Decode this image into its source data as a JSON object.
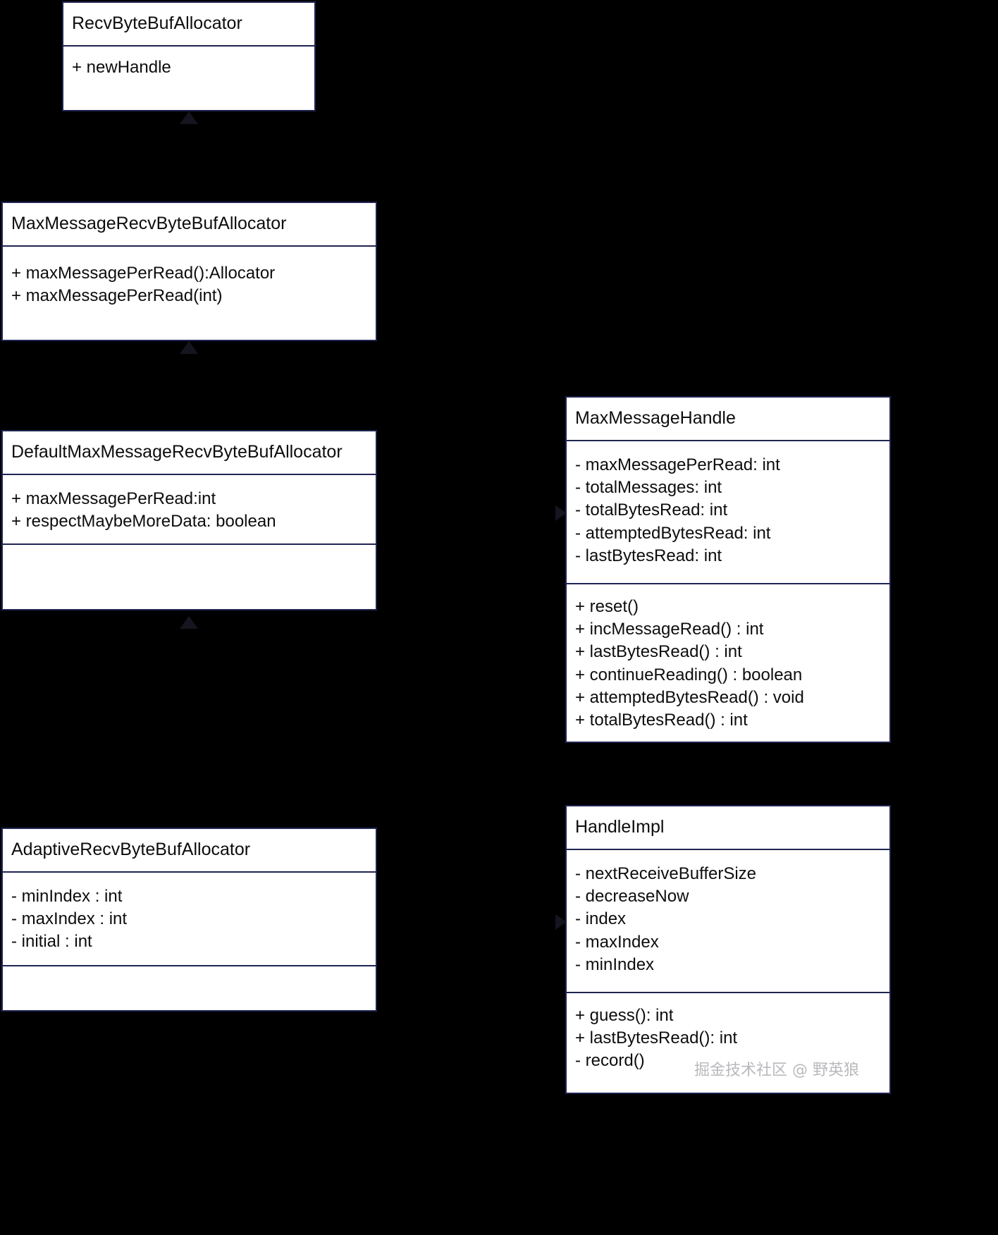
{
  "diagram": {
    "type": "uml-class-diagram",
    "title": "Netty RecvByteBufAllocator class hierarchy",
    "background_color": "#000000",
    "box_fill": "#ffffff",
    "box_border": "#1f2552",
    "connector_color": "#000000"
  },
  "classes": [
    {
      "id": "recv-byte-buf-allocator",
      "name": "RecvByteBufAllocator",
      "attributes": [],
      "methods": [
        "+ newHandle"
      ],
      "has_empty_section": false
    },
    {
      "id": "max-message-recv-byte-buf-allocator",
      "name": "MaxMessageRecvByteBufAllocator",
      "attributes": [],
      "methods": [
        "+ maxMessagePerRead():Allocator",
        "+ maxMessagePerRead(int)"
      ],
      "has_empty_section": false
    },
    {
      "id": "default-max-message-recv-byte-buf-allocator",
      "name": "DefaultMaxMessageRecvByteBufAllocator",
      "attributes": [
        "+ maxMessagePerRead:int",
        "+ respectMaybeMoreData: boolean"
      ],
      "methods": [],
      "has_empty_section": true
    },
    {
      "id": "adaptive-recv-byte-buf-allocator",
      "name": "AdaptiveRecvByteBufAllocator",
      "attributes": [
        "- minIndex : int",
        "- maxIndex : int",
        "- initial : int"
      ],
      "methods": [],
      "has_empty_section": true
    },
    {
      "id": "max-message-handle",
      "name": "MaxMessageHandle",
      "attributes": [
        "- maxMessagePerRead: int",
        "- totalMessages: int",
        "- totalBytesRead: int",
        "- attemptedBytesRead: int",
        "- lastBytesRead: int"
      ],
      "methods": [
        "+ reset()",
        "+ incMessageRead() : int",
        "+ lastBytesRead() : int",
        "+ continueReading() : boolean",
        "+ attemptedBytesRead() : void",
        "+ totalBytesRead() : int"
      ],
      "has_empty_section": false
    },
    {
      "id": "handle-impl",
      "name": "HandleImpl",
      "attributes": [
        "- nextReceiveBufferSize",
        "- decreaseNow",
        "- index",
        "- maxIndex",
        "- minIndex"
      ],
      "methods": [
        "+ guess(): int",
        "+ lastBytesRead(): int",
        "- record()"
      ],
      "has_empty_section": false
    }
  ],
  "relations": [
    {
      "id": "rel-generalization-max-to-recv",
      "kind": "generalization",
      "from": "MaxMessageRecvByteBufAllocator",
      "to": "RecvByteBufAllocator"
    },
    {
      "id": "rel-generalization-default-to-max",
      "kind": "generalization",
      "from": "DefaultMaxMessageRecvByteBufAllocator",
      "to": "MaxMessageRecvByteBufAllocator"
    },
    {
      "id": "rel-generalization-adaptive-to-default",
      "kind": "generalization",
      "from": "AdaptiveRecvByteBufAllocator",
      "to": "DefaultMaxMessageRecvByteBufAllocator"
    },
    {
      "id": "rel-association-default-to-maxmessagehandle",
      "kind": "association",
      "from": "DefaultMaxMessageRecvByteBufAllocator",
      "to": "MaxMessageHandle"
    },
    {
      "id": "rel-association-adaptive-to-handleimpl",
      "kind": "association",
      "from": "AdaptiveRecvByteBufAllocator",
      "to": "HandleImpl"
    }
  ],
  "watermark": {
    "text": "掘金技术社区 @ 野英狼"
  }
}
